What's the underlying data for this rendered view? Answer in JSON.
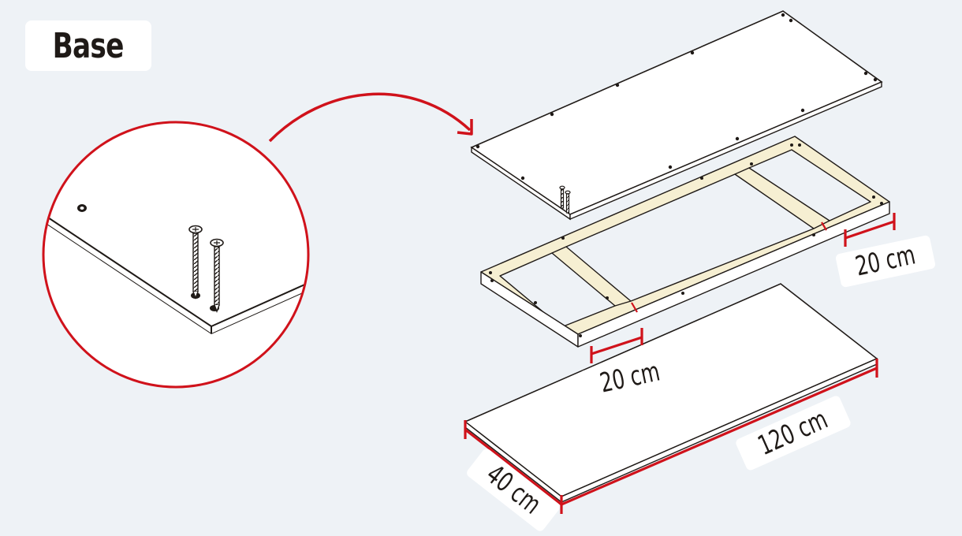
{
  "title": "Base",
  "colors": {
    "background": "#eef2f6",
    "accent": "#d0121b",
    "wood": "#f6efd2",
    "board": "#ffffff",
    "line": "#1f1a17"
  },
  "dimensions": {
    "length": "120 cm",
    "width": "40 cm",
    "spacing_front": "20 cm",
    "spacing_right": "20 cm"
  },
  "icons": {
    "arrow": "curved-arrow-icon",
    "screw": "screw-icon",
    "magnifier": "detail-circle-icon"
  }
}
